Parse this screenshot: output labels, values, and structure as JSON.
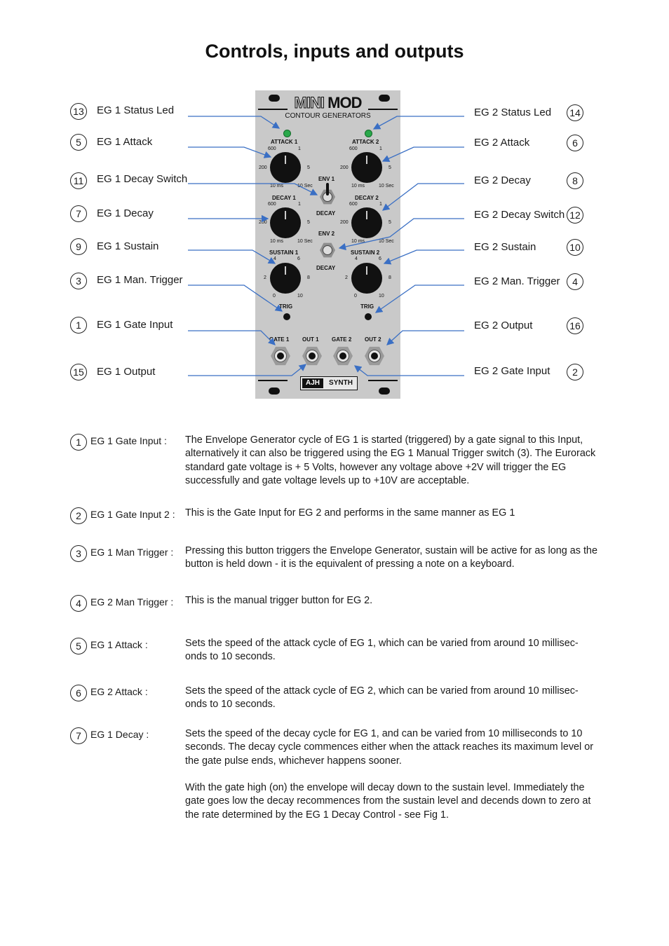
{
  "title": "Controls, inputs and outputs",
  "panel": {
    "brand_mini": "MINI",
    "brand_mod": "MOD",
    "subtitle": "CONTOUR GENERATORS",
    "attack1": "ATTACK 1",
    "attack2": "ATTACK 2",
    "decay1": "DECAY 1",
    "decay2": "DECAY 2",
    "sustain1": "SUSTAIN 1",
    "sustain2": "SUSTAIN 2",
    "env1": "ENV 1",
    "env2": "ENV 2",
    "decay_sw": "DECAY",
    "trig": "TRIG",
    "gate1": "GATE 1",
    "out1": "OUT 1",
    "gate2": "GATE 2",
    "out2": "OUT 2",
    "scale_600": "600",
    "scale_1": "1",
    "scale_200": "200",
    "scale_5": "5",
    "scale_10ms": "10 ms",
    "scale_10sec": "10 Sec",
    "sus_4": "4",
    "sus_6": "6",
    "sus_2": "2",
    "sus_8": "8",
    "sus_0": "0",
    "sus_10": "10",
    "logo_ajh": "AJH",
    "logo_synth": "SYNTH"
  },
  "callouts_left": [
    {
      "num": "13",
      "label": "EG 1 Status Led"
    },
    {
      "num": "5",
      "label": "EG 1 Attack"
    },
    {
      "num": "11",
      "label": "EG 1 Decay Switch"
    },
    {
      "num": "7",
      "label": "EG 1 Decay"
    },
    {
      "num": "9",
      "label": "EG 1 Sustain"
    },
    {
      "num": "3",
      "label": "EG 1 Man. Trigger"
    },
    {
      "num": "1",
      "label": "EG 1 Gate Input"
    },
    {
      "num": "15",
      "label": "EG 1 Output"
    }
  ],
  "callouts_right": [
    {
      "num": "14",
      "label": "EG 2 Status Led"
    },
    {
      "num": "6",
      "label": "EG 2 Attack"
    },
    {
      "num": "8",
      "label": "EG 2 Decay"
    },
    {
      "num": "12",
      "label": "EG 2 Decay Switch"
    },
    {
      "num": "10",
      "label": "EG 2 Sustain"
    },
    {
      "num": "4",
      "label": "EG 2 Man. Trigger"
    },
    {
      "num": "16",
      "label": "EG 2 Output"
    },
    {
      "num": "2",
      "label": "EG 2 Gate Input"
    }
  ],
  "descriptions": [
    {
      "num": "1",
      "label": "EG 1 Gate Input :",
      "text": "The Envelope Generator cycle of EG 1 is started (triggered) by a gate signal to this Input, alternatively it can also be triggered using the EG 1 Manual Trigger switch (3). The Eurorack standard gate voltage is  + 5 Volts, however any voltage above +2V will trigger the EG successfully and gate voltage levels up to +10V  are acceptable."
    },
    {
      "num": "2",
      "label": "EG 1 Gate Input  2 :",
      "text": "This is the Gate Input for EG  2 and performs in the same manner as EG 1"
    },
    {
      "num": "3",
      "label": "EG 1 Man Trigger :",
      "text": "Pressing this button triggers the Envelope Generator, sustain will be active for as long as the button is held down - it is the equivalent of pressing a note on a keyboard."
    },
    {
      "num": "4",
      "label": "EG 2 Man Trigger :",
      "text": "This is the manual trigger button for EG  2."
    },
    {
      "num": "5",
      "label": "EG 1 Attack :",
      "text": "Sets the speed of the attack cycle of EG 1, which can be varied from around 10 millisec-onds to 10 seconds."
    },
    {
      "num": "6",
      "label": "EG 2 Attack :",
      "text": "Sets the speed of the attack cycle of EG 2, which can be varied from around 10 millisec-onds to 10 seconds."
    },
    {
      "num": "7",
      "label": "EG 1 Decay  :",
      "text": "Sets the speed of the decay cycle for EG 1, and can be varied from 10 milliseconds to 10 seconds. The decay cycle commences either when the attack reaches its maximum level or the gate pulse ends, whichever happens sooner."
    },
    {
      "num": "",
      "label": "",
      "text": "With the gate high (on) the envelope will decay down to the sustain level. Immediately the gate goes low the decay recommences from the sustain level and decends down to zero at the rate determined by the EG 1 Decay Control  - see  Fig 1."
    }
  ],
  "colors": {
    "arrow": "#3a6fc4",
    "panel": "#c9c9c9",
    "led": "#2aa84a"
  }
}
